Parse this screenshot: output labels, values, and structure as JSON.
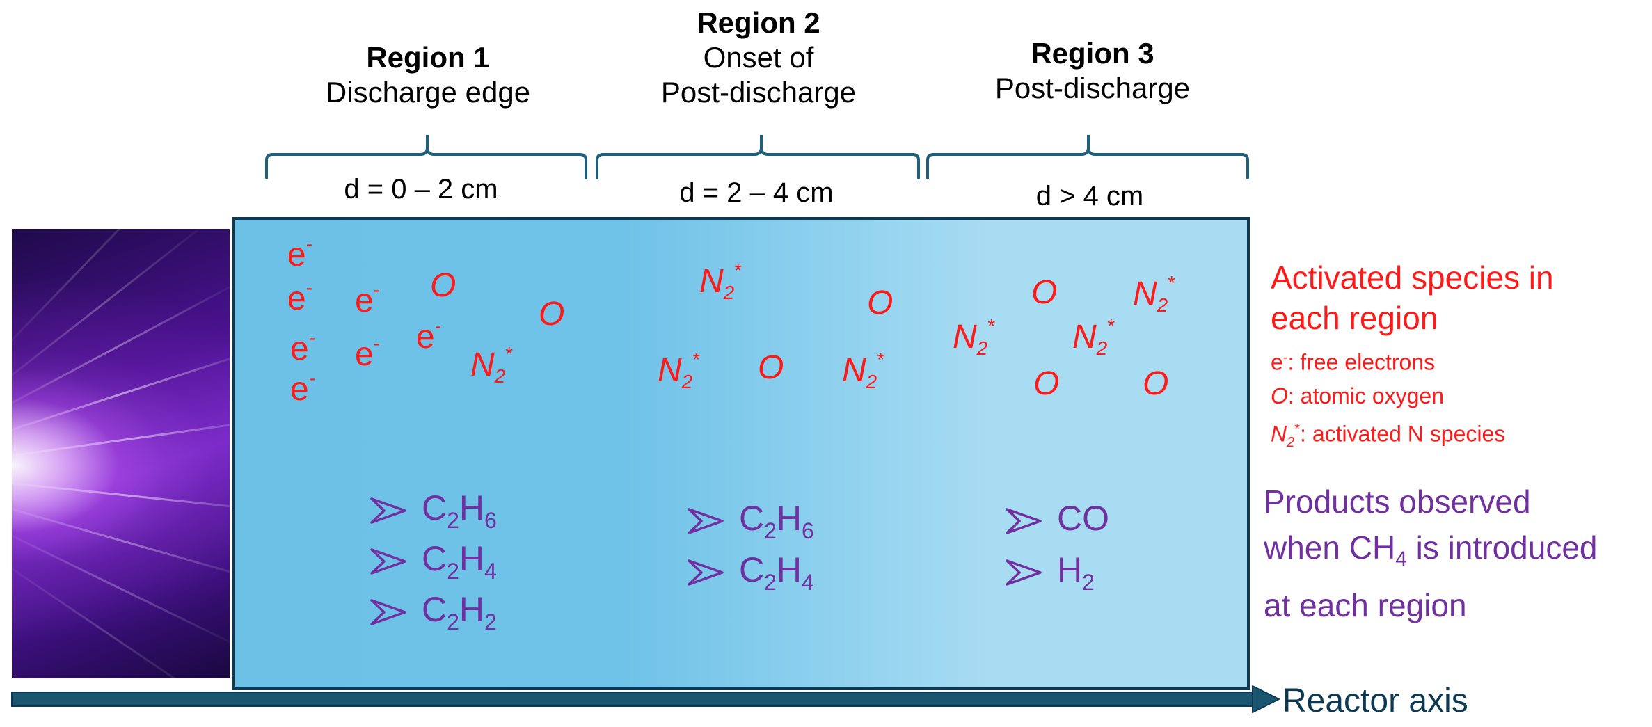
{
  "regions": [
    {
      "title": "Region 1",
      "subtitle_lines": [
        "Discharge edge"
      ],
      "distance": "d = 0 – 2 cm"
    },
    {
      "title": "Region 2",
      "subtitle_lines": [
        "Onset of",
        "Post-discharge"
      ],
      "distance": "d = 2 – 4 cm"
    },
    {
      "title": "Region 3",
      "subtitle_lines": [
        "Post-discharge"
      ],
      "distance": "d > 4 cm"
    }
  ],
  "species_symbols": {
    "electron": "e",
    "electron_sup": "-",
    "oxygen": "O",
    "nitrogen": "N",
    "nitrogen_sub": "2",
    "nitrogen_sup": "*"
  },
  "products": {
    "region1": [
      {
        "base1": "C",
        "sub1": "2",
        "base2": "H",
        "sub2": "6"
      },
      {
        "base1": "C",
        "sub1": "2",
        "base2": "H",
        "sub2": "4"
      },
      {
        "base1": "C",
        "sub1": "2",
        "base2": "H",
        "sub2": "2"
      }
    ],
    "region2": [
      {
        "base1": "C",
        "sub1": "2",
        "base2": "H",
        "sub2": "6"
      },
      {
        "base1": "C",
        "sub1": "2",
        "base2": "H",
        "sub2": "4"
      }
    ],
    "region3": [
      {
        "base1": "CO",
        "sub1": "",
        "base2": "",
        "sub2": ""
      },
      {
        "base1": "H",
        "sub1": "2",
        "base2": "",
        "sub2": ""
      }
    ]
  },
  "legend": {
    "title_line1": "Activated species in",
    "title_line2": "each region",
    "electrons_desc": ": free electrons",
    "oxygen_desc": ": atomic oxygen",
    "nitrogen_desc": ": activated N species"
  },
  "products_label": {
    "line1": "Products observed",
    "line2_pre": "when CH",
    "line2_sub": "4",
    "line2_post": " is introduced",
    "line3": "at each region"
  },
  "axis_label": "Reactor axis",
  "colors": {
    "species": "#ff1a1a",
    "products": "#7030a0",
    "reactor_border": "#0d3a52",
    "bracket": "#1f5f7a",
    "axis": "#0d3a52"
  }
}
